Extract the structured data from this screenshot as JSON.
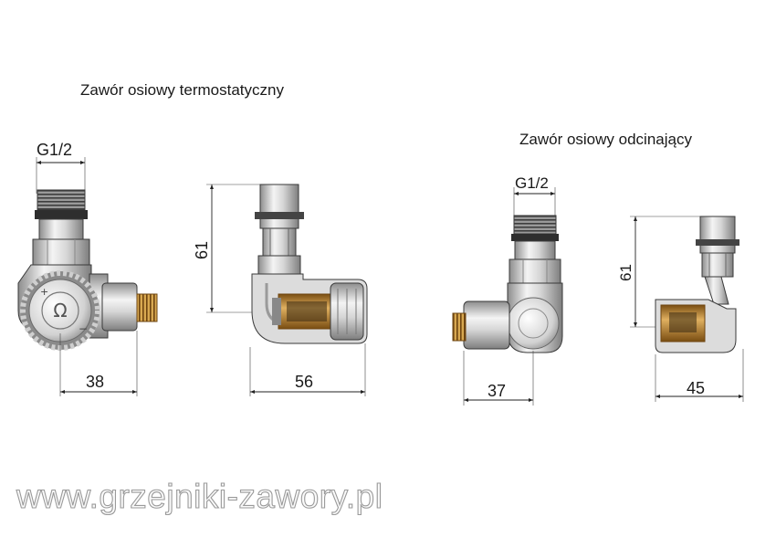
{
  "diagram": {
    "title_left": "Zawór osiowy termostatyczny",
    "title_right": "Zawór osiowy odcinający",
    "thread_left": "G1/2",
    "thread_right": "G1/2",
    "dim_38": "38",
    "dim_56": "56",
    "dim_61_left": "61",
    "dim_37": "37",
    "dim_45": "45",
    "dim_61_right": "61",
    "watermark": "www.grzejniki-zawory.pl"
  },
  "colors": {
    "metal_light": "#eeeeee",
    "metal_mid": "#bdbdbd",
    "metal_dark": "#7a7a7a",
    "brass": "#c9953e",
    "brass_dark": "#8a5e1c",
    "thread": "#555555"
  }
}
